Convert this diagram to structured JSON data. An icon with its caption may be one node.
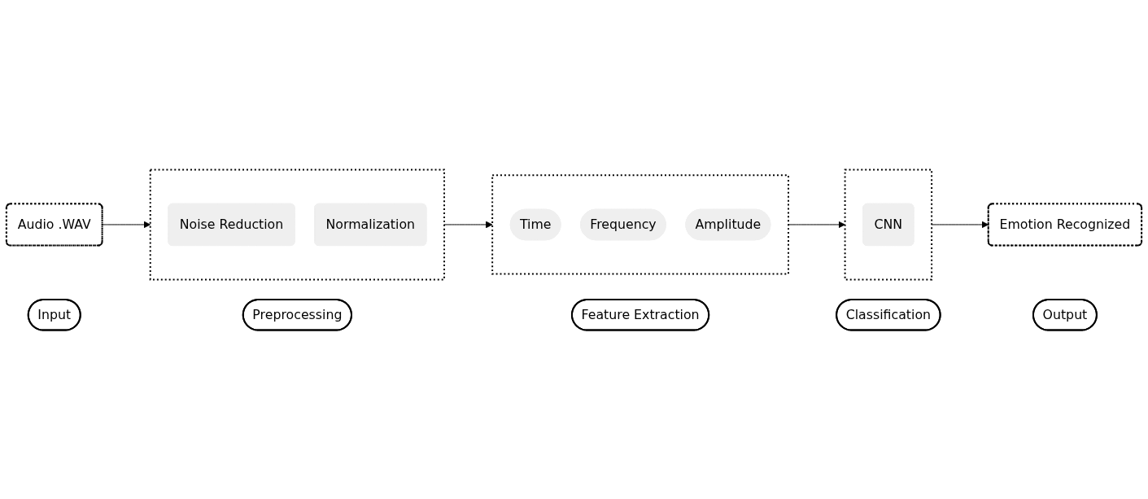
{
  "diagram": {
    "nodes": [
      {
        "text": [
          "Audio .WAV"
        ]
      },
      {
        "text": [],
        "shape": "box"
      },
      {
        "text": [
          "Noise Reduction"
        ],
        "in": 1
      },
      {
        "text": [
          "Normalization"
        ],
        "in": 1
      },
      {
        "text": [],
        "shape": "box"
      },
      {
        "text": [
          "Time"
        ],
        "in": 4
      },
      {
        "text": [
          "Frequency"
        ],
        "in": 4
      },
      {
        "text": [
          "Amplitude"
        ],
        "in": 4
      },
      {
        "text": [],
        "shape": "box"
      },
      {
        "text": [
          "CNN"
        ],
        "in": 8
      },
      {
        "text": [
          "Emotion Recognized"
        ]
      },
      {
        "text": [
          "Input"
        ]
      },
      {
        "text": [
          "Preprocessing"
        ]
      },
      {
        "text": [
          "Feature Extraction"
        ]
      },
      {
        "text": [
          "Classification"
        ]
      },
      {
        "text": [
          "Output"
        ]
      }
    ],
    "edges": [
      {
        "from": 0,
        "to": 1,
        "arrow": "to"
      },
      {
        "from": 1,
        "to": 4,
        "arrow": "to"
      },
      {
        "from": 4,
        "to": 8,
        "arrow": "to"
      },
      {
        "from": 8,
        "to": 10,
        "arrow": "to"
      }
    ]
  }
}
